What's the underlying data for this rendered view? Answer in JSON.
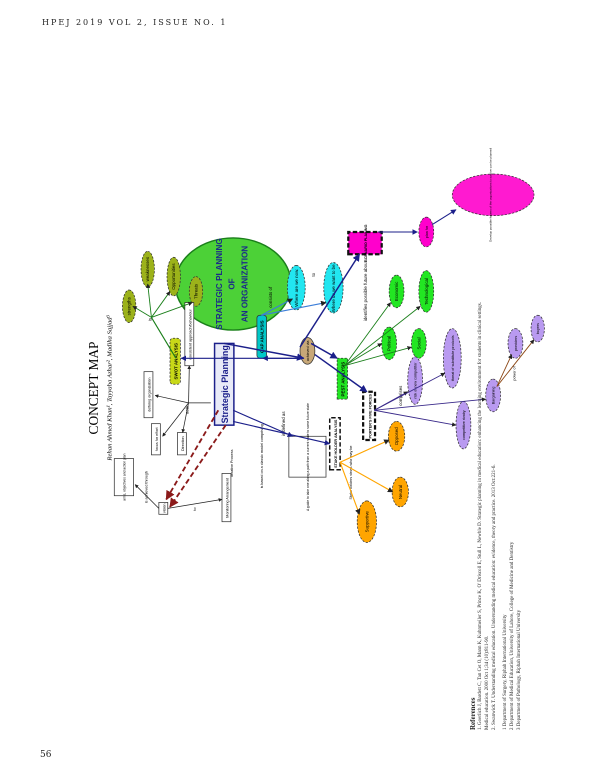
{
  "header": "HPEJ 2019 VOL 2, ISSUE NO. 1",
  "page_number": "56",
  "title": "CONCEPT MAP",
  "authors": "Rehan Ahmed Khan¹, Tayyaba Azhar², Madiha Sajjad³",
  "big_title": {
    "line1": "STRATEGIC PLANNING",
    "line2": "OF",
    "line3": "AN ORGANIZATION"
  },
  "center": "Strategic Planning",
  "nodes": {
    "swot": "SWOT ANALYSIS",
    "strengths": "strengths",
    "weaknesses": "weaknesses",
    "opportunities": "Opportunities",
    "threats": "Threats",
    "is": "is",
    "gap": "GAP ANALYSIS",
    "consists_of": "consists of",
    "where_now": "Where are we now.",
    "where_want": "Where do we want to be.",
    "to": "to",
    "achieved_via": "achieved via",
    "scenario": "SCENARIO PLANING",
    "plan_for": "plan for",
    "develop": "Develop possible futures of the organizations to survive can be planned",
    "identifies": "identifies possible future about",
    "political": "Political",
    "economic": "Economic",
    "social": "Social",
    "technological": "Technological",
    "pest": "PEST ANALYSIS",
    "porter": "PORTER'S FIVE FORCES",
    "comprises": "comprises",
    "risk_new": "risk of new competitor",
    "threat_sub": "threat of substitute products",
    "competitive": "competitive rivalry",
    "bargaining": "Bargaining",
    "power_of": "power of",
    "providers": "providers",
    "buyers": "buyers",
    "defined_as": "is defined as",
    "guide": "A guide to take one along a path from a current state to some future state",
    "stakeholder": "STAKE HOLDER ANALYSIS",
    "views": "Stake holders views who may be",
    "supportive": "Supportive",
    "neutral": "Neutral",
    "opposed": "Opposed",
    "based_on": "is based on a classic model comprising",
    "iterative": "Iterative Process",
    "acts": "acts",
    "defining": "defining organization",
    "focus": "focus for effort",
    "direction": "Direction",
    "consistent": "consistent approach/behaviour",
    "vision": "vision",
    "aims": "aims, objectives and action plan",
    "achieved_through": "is achieved through",
    "monitoring": "Monitoring Arrangement",
    "to2": "to"
  },
  "references": {
    "heading": "References",
    "items": [
      "1. Goerlich J, Bardett C, Tan Cet O, Mann K, Kuhnmeiler S, Prince K, O' Driscoll E, Stull L, Newble D. Strategic planning in medical education: enhancing the learning environment for students in clinical settings.",
      "Medical education. 2000 Oct 1;34 (10):811-90.",
      "2. Swanwick T. Understanding medical education. Understanding medical education: evidence, theory and practice. 2013 Oct:221-6."
    ],
    "affiliations": [
      "1 Department of Surgery, Riphah International University",
      "2 Department of Medical Education, University of Lahore, College of Medicine and Dentistry",
      "3 Department of Pathology, Riphah International University"
    ]
  }
}
